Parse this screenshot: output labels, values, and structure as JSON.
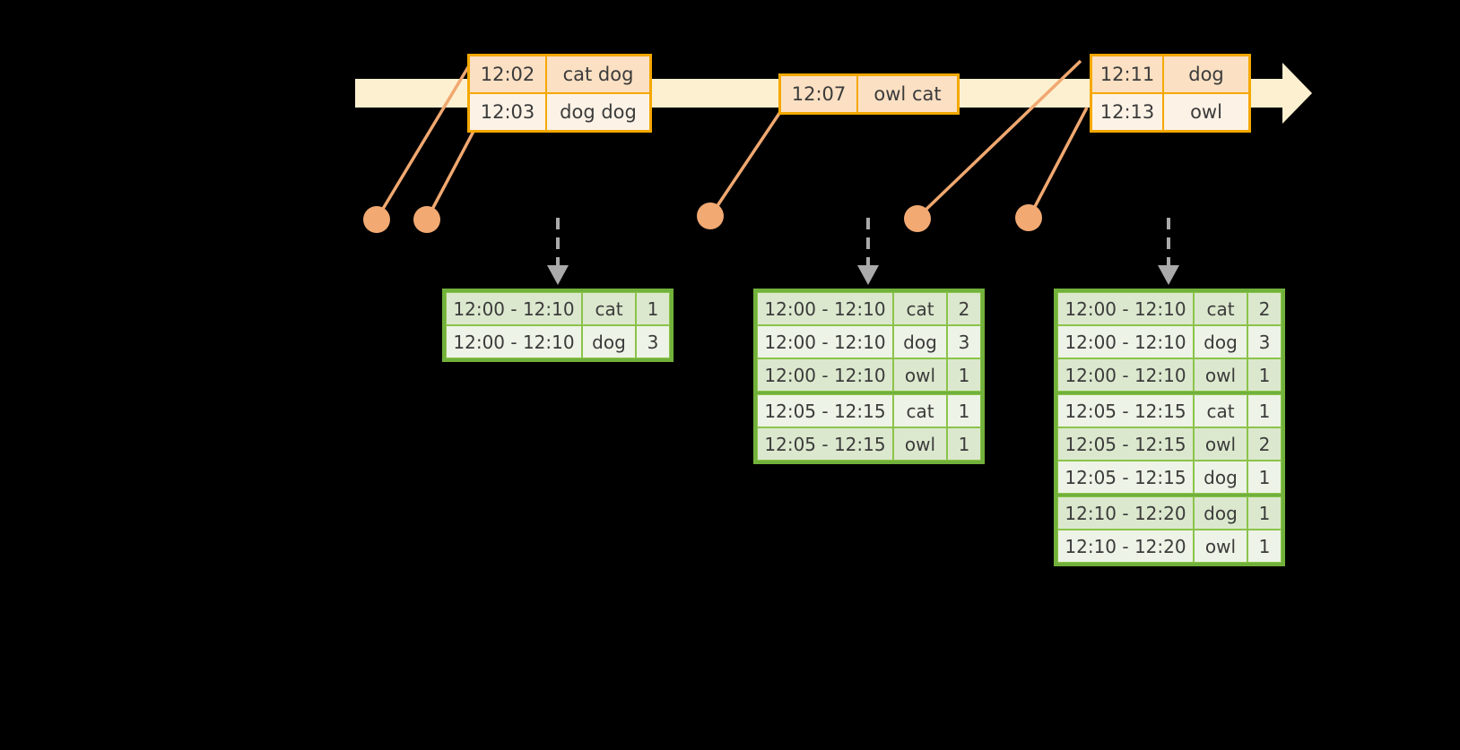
{
  "diagram": {
    "title_semantic": "sliding-window-word-count-timeline",
    "colors": {
      "background": "#000000",
      "timeline_fill": "#FDF0D0",
      "event_border": "#F5A800",
      "event_fill_a": "#FBE0C3",
      "event_fill_b": "#FDF2E6",
      "connector": "#F0A870",
      "dot": "#F2A972",
      "table_border": "#71B13B",
      "table_inner": "#8BC34A",
      "table_fill_a": "#DCE8CE",
      "table_fill_b": "#EDF3E6",
      "arrow_gray": "#AAAAAA"
    }
  },
  "timeline": {
    "name": "event-timeline-arrow",
    "direction": "left-to-right"
  },
  "events": [
    {
      "name": "event-box-1",
      "rows": [
        {
          "time": "12:02",
          "words": "cat dog"
        },
        {
          "time": "12:03",
          "words": "dog dog"
        }
      ]
    },
    {
      "name": "event-box-2",
      "rows": [
        {
          "time": "12:07",
          "words": "owl cat"
        }
      ]
    },
    {
      "name": "event-box-3",
      "rows": [
        {
          "time": "12:11",
          "words": "dog"
        },
        {
          "time": "12:13",
          "words": "owl"
        }
      ]
    }
  ],
  "dots": [
    {
      "name": "event-dot-1"
    },
    {
      "name": "event-dot-2"
    },
    {
      "name": "event-dot-3"
    },
    {
      "name": "event-dot-4"
    },
    {
      "name": "event-dot-5"
    }
  ],
  "tables": [
    {
      "name": "result-table-1",
      "rows": [
        {
          "window": "12:00 - 12:10",
          "word": "cat",
          "count": "1",
          "group": 0
        },
        {
          "window": "12:00 - 12:10",
          "word": "dog",
          "count": "3",
          "group": 0
        }
      ]
    },
    {
      "name": "result-table-2",
      "rows": [
        {
          "window": "12:00 - 12:10",
          "word": "cat",
          "count": "2",
          "group": 0
        },
        {
          "window": "12:00 - 12:10",
          "word": "dog",
          "count": "3",
          "group": 0
        },
        {
          "window": "12:00 - 12:10",
          "word": "owl",
          "count": "1",
          "group": 0
        },
        {
          "window": "12:05 - 12:15",
          "word": "cat",
          "count": "1",
          "group": 1
        },
        {
          "window": "12:05 - 12:15",
          "word": "owl",
          "count": "1",
          "group": 1
        }
      ]
    },
    {
      "name": "result-table-3",
      "rows": [
        {
          "window": "12:00 - 12:10",
          "word": "cat",
          "count": "2",
          "group": 0
        },
        {
          "window": "12:00 - 12:10",
          "word": "dog",
          "count": "3",
          "group": 0
        },
        {
          "window": "12:00 - 12:10",
          "word": "owl",
          "count": "1",
          "group": 0
        },
        {
          "window": "12:05 - 12:15",
          "word": "cat",
          "count": "1",
          "group": 1
        },
        {
          "window": "12:05 - 12:15",
          "word": "owl",
          "count": "2",
          "group": 1
        },
        {
          "window": "12:05 - 12:15",
          "word": "dog",
          "count": "1",
          "group": 1
        },
        {
          "window": "12:10 - 12:20",
          "word": "dog",
          "count": "1",
          "group": 2
        },
        {
          "window": "12:10 - 12:20",
          "word": "owl",
          "count": "1",
          "group": 2
        }
      ]
    }
  ]
}
